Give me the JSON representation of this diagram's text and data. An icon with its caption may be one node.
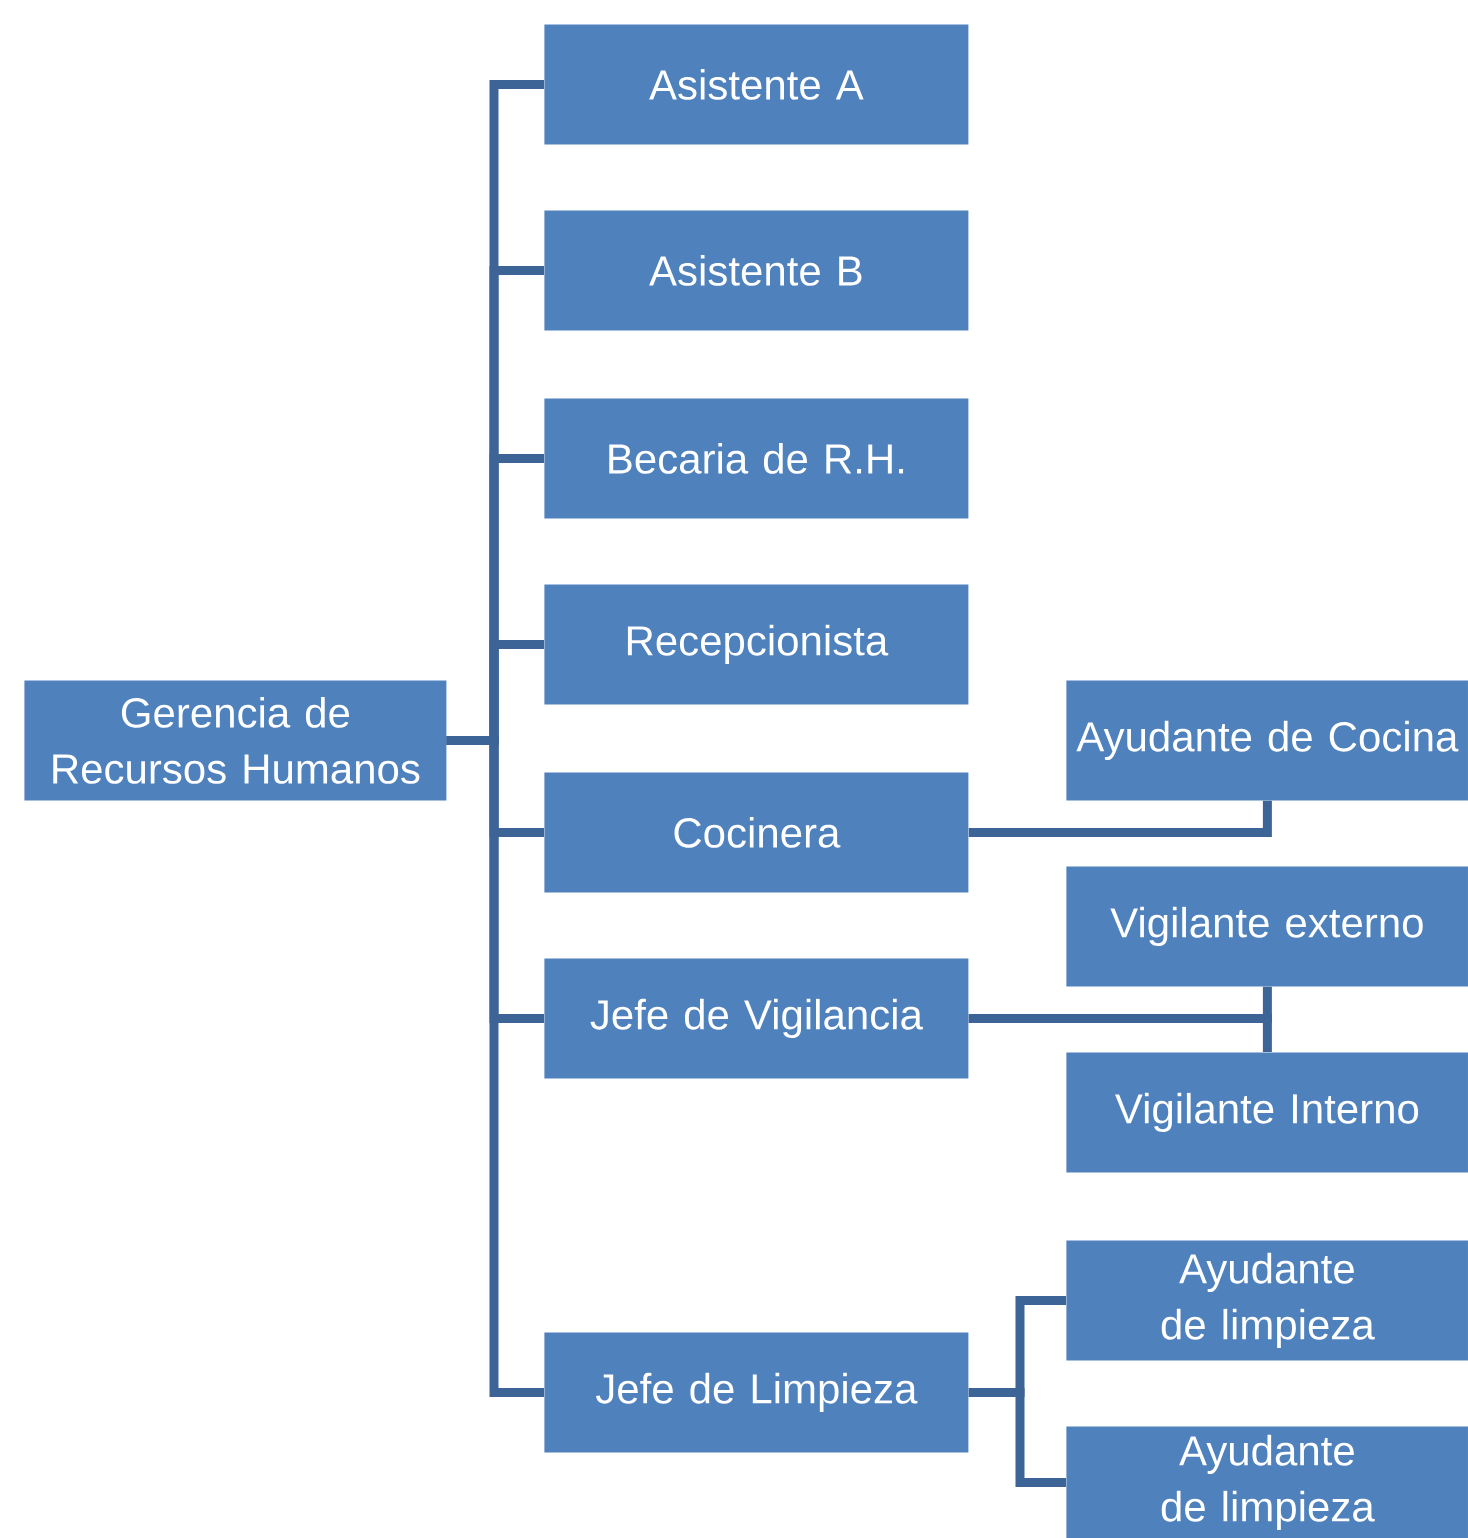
{
  "diagram": {
    "nodes": [
      {
        "text": [
          "Gerencia de Recursos Humanos"
        ]
      },
      {
        "text": [
          "Asistente A"
        ]
      },
      {
        "text": [
          "Asistente B"
        ]
      },
      {
        "text": [
          "Becaria de R.H."
        ]
      },
      {
        "text": [
          "Recepcionista"
        ]
      },
      {
        "text": [
          "Cocinera"
        ]
      },
      {
        "text": [
          "Jefe de Vigilancia"
        ]
      },
      {
        "text": [
          "Jefe de Limpieza"
        ]
      },
      {
        "text": [
          "Ayudante de Cocina"
        ]
      },
      {
        "text": [
          "Vigilante externo"
        ]
      },
      {
        "text": [
          "Vigilante Interno"
        ]
      },
      {
        "text": [
          "Ayudante de limpieza"
        ]
      },
      {
        "text": [
          "Ayudante de limpieza"
        ]
      }
    ],
    "edges": [
      {
        "from": 0,
        "to": 1,
        "arrow": "none"
      },
      {
        "from": 0,
        "to": 2,
        "arrow": "none"
      },
      {
        "from": 0,
        "to": 3,
        "arrow": "none"
      },
      {
        "from": 0,
        "to": 4,
        "arrow": "none"
      },
      {
        "from": 0,
        "to": 5,
        "arrow": "none"
      },
      {
        "from": 0,
        "to": 6,
        "arrow": "none"
      },
      {
        "from": 0,
        "to": 7,
        "arrow": "none"
      },
      {
        "from": 5,
        "to": 8,
        "arrow": "none"
      },
      {
        "from": 6,
        "to": 9,
        "arrow": "none"
      },
      {
        "from": 6,
        "to": 10,
        "arrow": "none"
      },
      {
        "from": 7,
        "to": 11,
        "arrow": "none"
      },
      {
        "from": 7,
        "to": 12,
        "arrow": "none"
      }
    ]
  }
}
